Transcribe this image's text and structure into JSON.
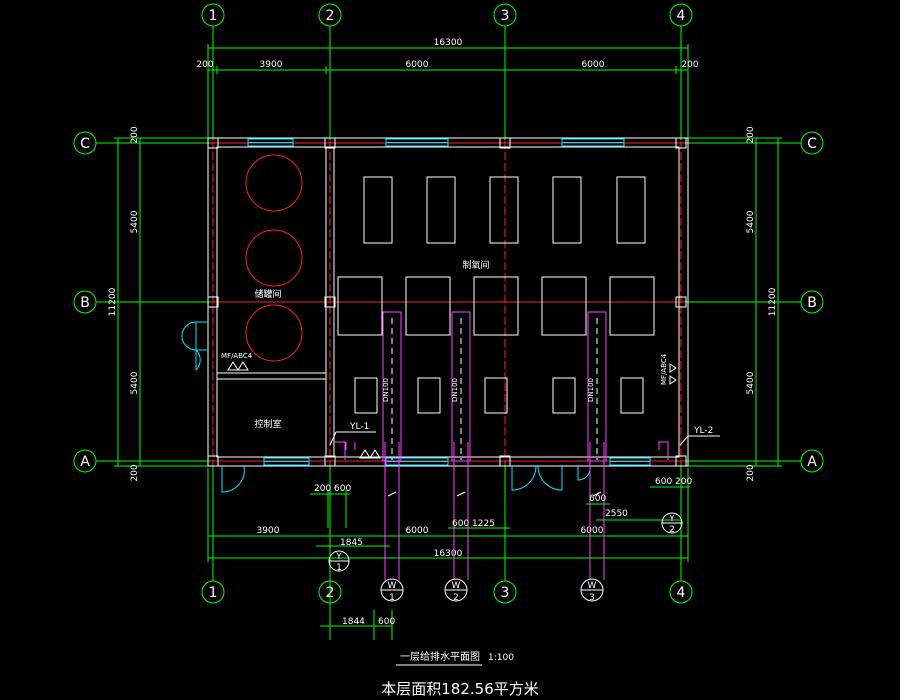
{
  "axes": {
    "cols": [
      "1",
      "2",
      "3",
      "4"
    ],
    "rows": [
      "C",
      "B",
      "A"
    ]
  },
  "dims": {
    "top_total": "16300",
    "top_parts": [
      "200",
      "3900",
      "6000",
      "6000",
      "200"
    ],
    "bottom_parts": [
      "3900",
      "6000",
      "6000"
    ],
    "bottom_total": "16300",
    "left_parts": [
      "200",
      "5400",
      "5400",
      "200"
    ],
    "left_total": "11200",
    "right_parts": [
      "200",
      "5400",
      "5400",
      "200"
    ],
    "right_total": "11200",
    "misc": {
      "d200_600": "200 600",
      "d600_left": "600",
      "d1845": "1845",
      "d1844": "1844",
      "d600_b": "600",
      "d600_1225": "600  1225",
      "d600_r": "600",
      "d2550": "2550",
      "d600_200": "600 200"
    }
  },
  "rooms": {
    "storage": "储罐间",
    "workshop": "制氧间",
    "control": "控制室"
  },
  "labels": {
    "yl1": "YL-1",
    "yl2": "YL-2",
    "dn1": "DN100",
    "dn2": "DN100",
    "dn3": "DN100",
    "ext_left": "MF/ABC4",
    "ext_right": "MF/ABC4"
  },
  "markers": {
    "y1": {
      "top": "Y",
      "bottom": "1"
    },
    "y2": {
      "top": "Y",
      "bottom": "2"
    },
    "w1": {
      "top": "W",
      "bottom": "1"
    },
    "w2": {
      "top": "W",
      "bottom": "2"
    },
    "w3": {
      "top": "W",
      "bottom": "3"
    }
  },
  "title": {
    "name": "一层给排水平面图",
    "scale": "1:100",
    "area": "本层面积182.56平方米"
  }
}
